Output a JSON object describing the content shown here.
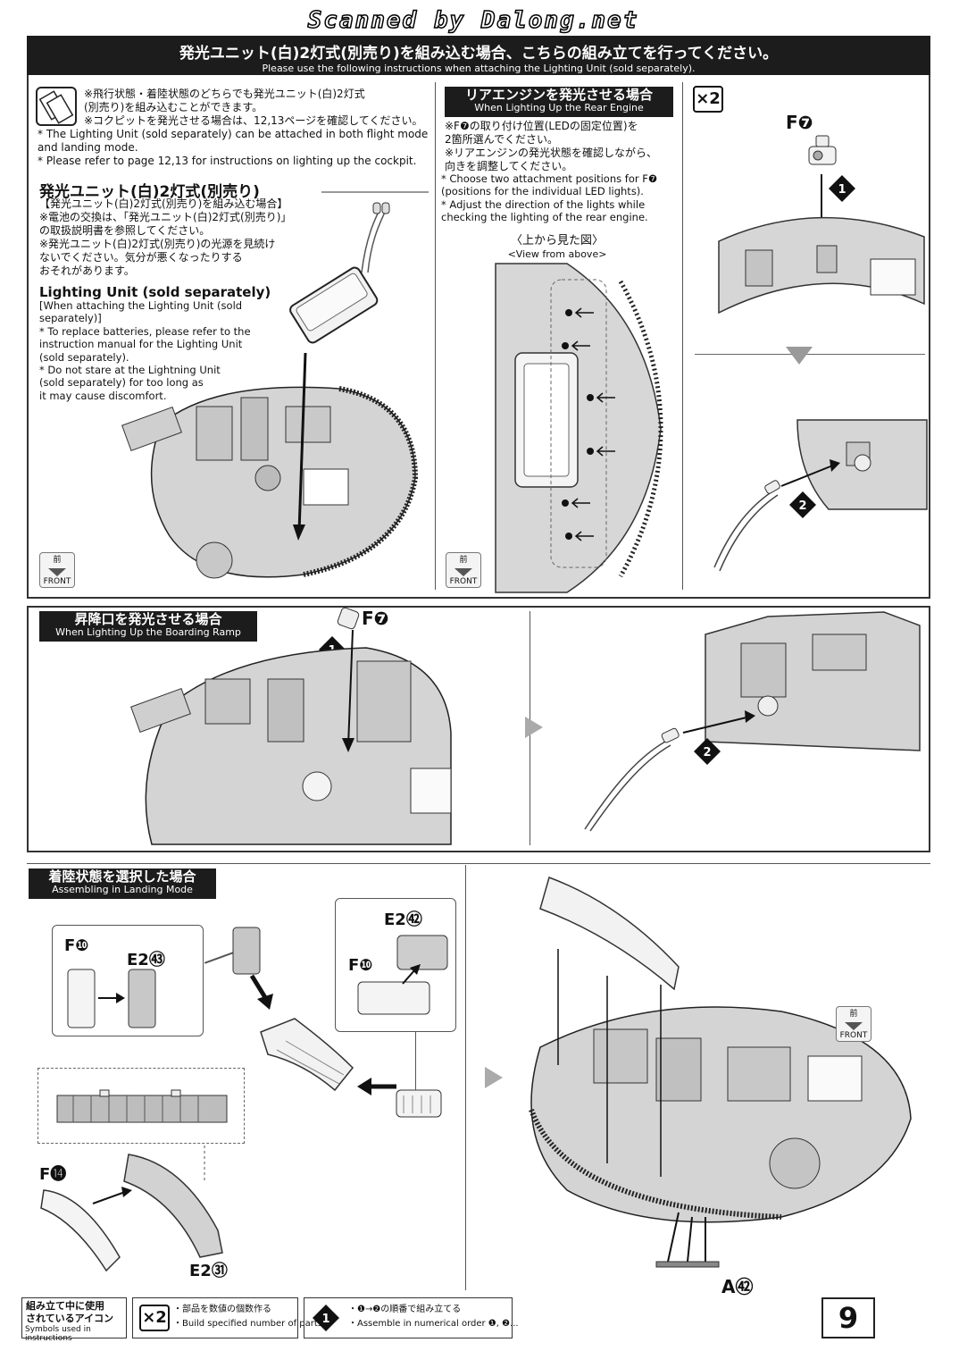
{
  "scan_credit": "Scanned by Dalong.net",
  "banner": {
    "jp": "発光ユニット(白)2灯式(別売り)を組み込む場合、こちらの組み立てを行ってください。",
    "en": "Please use the following instructions when attaching the Lighting Unit (sold separately)."
  },
  "intro_notes": {
    "jp": "※飛行状態・着陸状態のどちらでも発光ユニット(白)2灯式\n(別売り)を組み込むことができます。\n※コクピットを発光させる場合は、12,13ページを確認してください。",
    "en": "* The Lighting Unit (sold separately) can be attached in both flight mode\n  and landing mode.\n* Please refer to page 12,13 for instructions on lighting up the cockpit."
  },
  "lighting_unit": {
    "title_jp": "発光ユニット(白)2灯式(別売り)",
    "notes_jp": "【発光ユニット(白)2灯式(別売り)を組み込む場合】\n※電池の交換は、「発光ユニット(白)2灯式(別売り)」\n  の取扱説明書を参照してください。\n※発光ユニット(白)2灯式(別売り)の光源を見続け\n  ないでください。気分が悪くなったりする\n  おそれがあります。",
    "title_en": "Lighting Unit (sold separately)",
    "notes_en": "[When attaching the Lighting Unit (sold separately)]\n * To replace batteries, please refer to the\n   instruction manual for the Lighting Unit\n   (sold separately).\n * Do not stare at the Lightning Unit\n   (sold separately) for too long as\n   it may cause discomfort."
  },
  "rear_engine": {
    "header_jp": "リアエンジンを発光させる場合",
    "header_en": "When Lighting Up the Rear Engine",
    "notes_jp": "※F❼の取り付け位置(LEDの固定位置)を\n  2箇所選んでください。\n※リアエンジンの発光状態を確認しながら、\n  向きを調整してください。",
    "notes_en": " * Choose two attachment positions for F❼\n   (positions for the individual LED lights).\n * Adjust the direction of the lights while\n   checking the lighting of the rear engine.",
    "view_jp": "〈上から見た図〉",
    "view_en": "<View from above>"
  },
  "front_marker": {
    "jp": "前",
    "en": "FRONT"
  },
  "qty_badge": "×2",
  "parts": {
    "f7": "F❼",
    "f10": "F❿",
    "f14": "F⓮",
    "e2_43": "E2㊸",
    "e2_42": "E2㊷",
    "e2_31": "E2㉛",
    "a42": "A㊷"
  },
  "steps": {
    "s1": "1",
    "s2": "2"
  },
  "boarding_ramp": {
    "header_jp": "昇降口を発光させる場合",
    "header_en": "When Lighting Up the Boarding Ramp"
  },
  "landing_mode": {
    "header_jp": "着陸状態を選択した場合",
    "header_en": "Assembling in Landing Mode"
  },
  "legend": {
    "title_jp": "組み立て中に使用\nされているアイコン",
    "title_en": "Symbols used in instructions",
    "x2_jp": "・部品を数値の個数作る",
    "x2_en": "・Build specified number of parts.",
    "order_jp": "・❶→❷の順番で組み立てる",
    "order_en": "・Assemble in numerical order ❶, ❷..."
  },
  "page_number": "9"
}
